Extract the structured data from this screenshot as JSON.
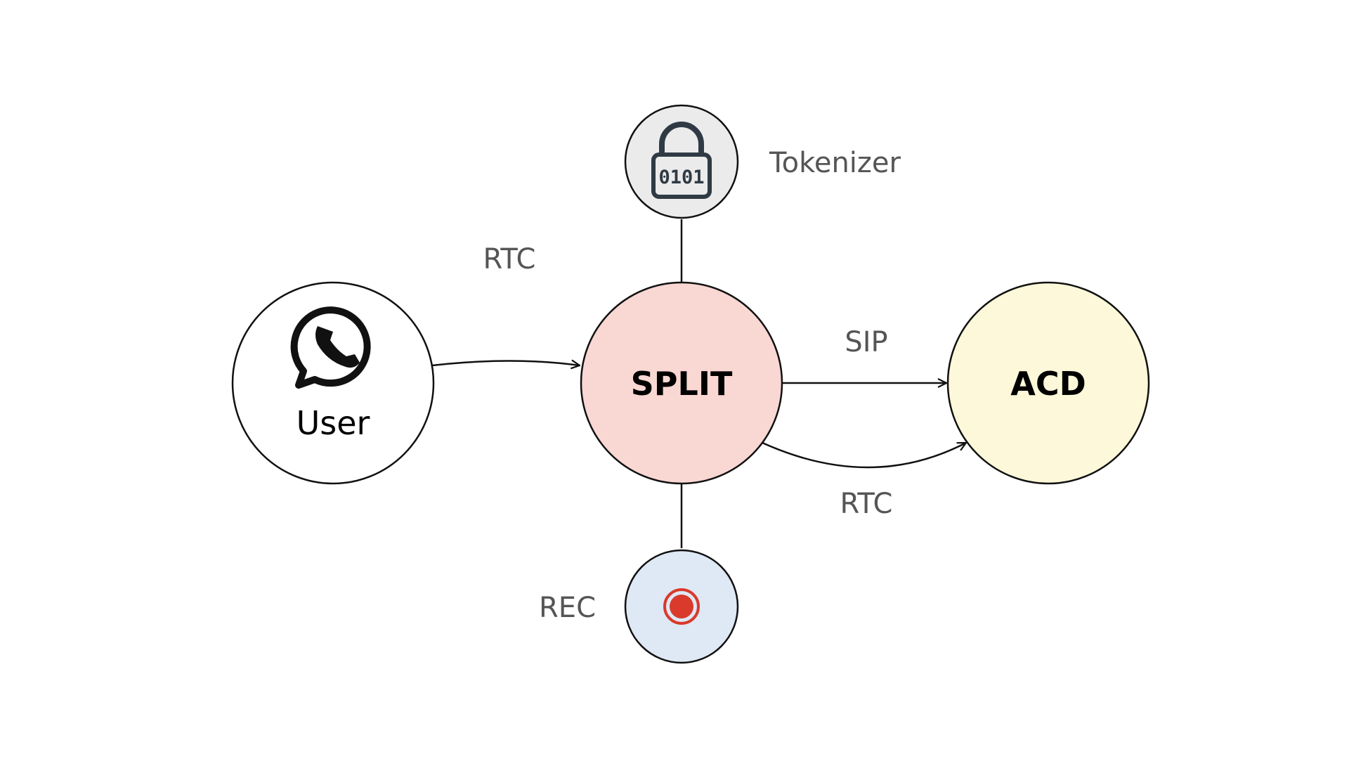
{
  "nodes": {
    "user": {
      "label": "User",
      "icon": "whatsapp-icon",
      "fill": "#ffffff"
    },
    "split": {
      "label": "SPLIT",
      "fill": "#f9d7d3"
    },
    "acd": {
      "label": "ACD",
      "fill": "#fcf8d9"
    },
    "tokenizer": {
      "label": "Tokenizer",
      "icon": "lock-icon",
      "icon_text": "0101",
      "fill": "#ebebeb"
    },
    "rec": {
      "label": "REC",
      "icon": "record-icon",
      "fill": "#dfe8f5",
      "icon_color": "#d93a2b"
    }
  },
  "edges": {
    "user_to_split": {
      "label": "RTC"
    },
    "split_to_acd_sip": {
      "label": "SIP"
    },
    "split_to_acd_rtc": {
      "label": "RTC"
    }
  }
}
